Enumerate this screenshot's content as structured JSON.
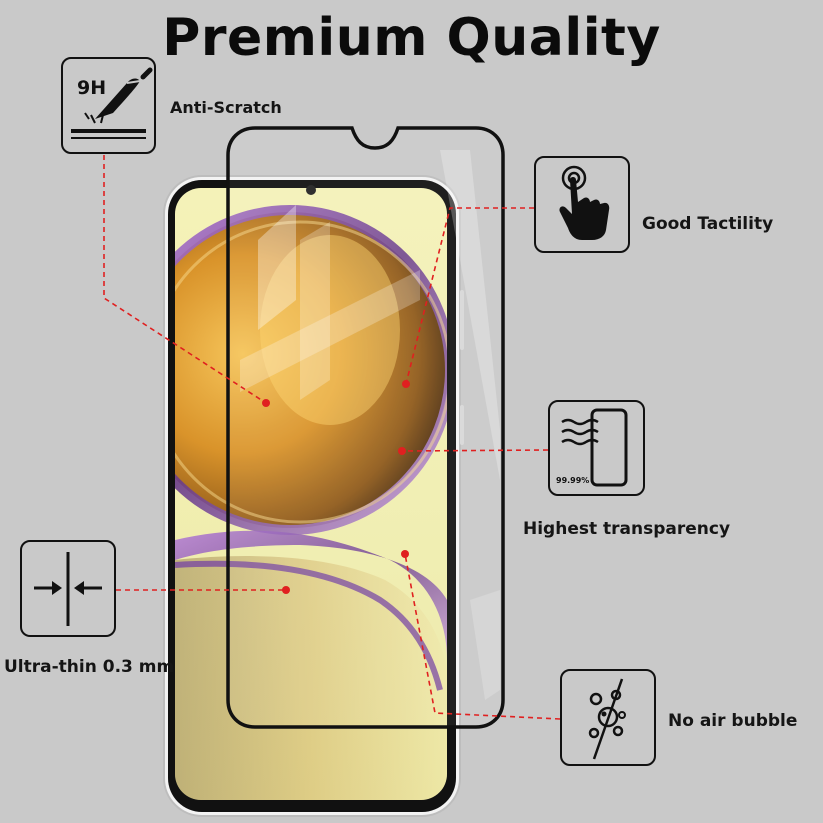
{
  "title": "Premium Quality",
  "features": {
    "anti_scratch": {
      "label": "Anti-Scratch",
      "badge": "9H",
      "icon": "knife-scratch-icon"
    },
    "good_tactility": {
      "label": "Good Tactility",
      "icon": "touch-hand-icon"
    },
    "highest_transparency": {
      "label": "Highest transparency",
      "percent": "99.99%",
      "icon": "transparency-wave-icon"
    },
    "ultra_thin": {
      "label": "Ultra-thin 0.3 mm",
      "icon": "thin-arrows-icon"
    },
    "no_air_bubble": {
      "label": "No air bubble",
      "icon": "bubbles-icon"
    }
  },
  "colors": {
    "background": "#c9c9c9",
    "callout_line": "#e02020",
    "frame": "#111111"
  }
}
